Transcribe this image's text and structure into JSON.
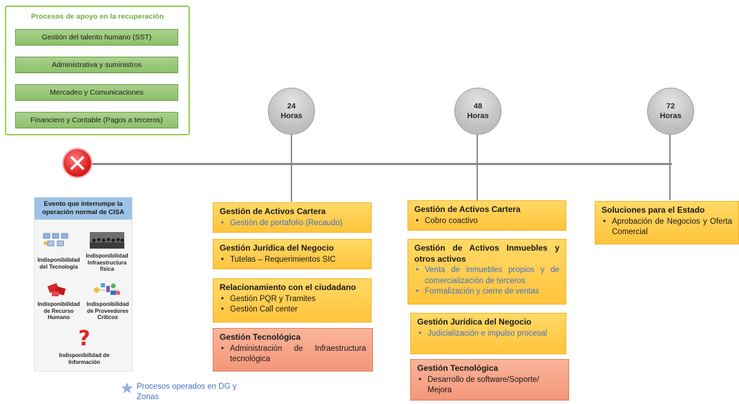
{
  "support": {
    "title": "Procesos de apoyo en la recuperación",
    "items": [
      "Gestión del talento humano (SST)",
      "Administrativa y suministros",
      "Mercadeo y Comunicaciones",
      "Financiero y Contable (Pagos a terceros)"
    ]
  },
  "timeline": {
    "milestones": [
      {
        "number": "24",
        "unit": "Horas"
      },
      {
        "number": "48",
        "unit": "Horas"
      },
      {
        "number": "72",
        "unit": "Horas"
      }
    ]
  },
  "event": {
    "title": "Evento que interrumpe la operación normal de CISA",
    "causes": [
      "Indisponibilidad del Tecnología",
      "Indisponibilidad Infraestructura física",
      "Indisponibilidad de Recurso Humano",
      "Indisponibilidad de Proveedores Críticos",
      "Indisponibilidad de Información"
    ]
  },
  "col24": [
    {
      "title": "Gestión de Activos Cartera",
      "items": [
        "Gestión de portafolio (Recaudo)"
      ]
    },
    {
      "title": "Gestión Jurídica del Negocio",
      "items": [
        "Tutelas – Requerimientos SIC"
      ]
    },
    {
      "title": "Relacionamiento con el ciudadano",
      "items": [
        "Gestión PQR y Tramites",
        "Gestión Call center"
      ]
    },
    {
      "title": "Gestión Tecnológica",
      "items": [
        "Administración de Infraestructura tecnológica"
      ]
    }
  ],
  "col48": [
    {
      "title": "Gestión de Activos Cartera",
      "items": [
        "Cobro coactivo"
      ]
    },
    {
      "title": "Gestión de Activos Inmuebles y otros activos",
      "items": [
        "Venta de inmuebles propios y de comercialización de terceros",
        "Formalización y cierre de ventas"
      ]
    },
    {
      "title": "Gestión Jurídica del Negocio",
      "items": [
        "Judicialización e impulso procesal"
      ]
    },
    {
      "title": "Gestión Tecnológica",
      "items": [
        "Desarrollo de software/Soporte/ Mejora"
      ]
    }
  ],
  "col72": [
    {
      "title": "Soluciones para el Estado",
      "items": [
        "Aprobación de Negocios y Oferta Comercial"
      ]
    }
  ],
  "legend": {
    "text": "Procesos operados en DG y Zonas"
  },
  "colors": {
    "support_border": "#92d050",
    "support_item": "#a9d18e",
    "box_yellow": "#ffd966",
    "box_orange": "#f4977a",
    "blue_text": "#4472c4",
    "event_header": "#9dc3e6",
    "timeline": "#8a8a8a"
  },
  "icons": [
    "close-icon",
    "technology-icon",
    "infrastructure-icon",
    "human-resource-icon",
    "suppliers-icon",
    "question-icon",
    "star-icon"
  ]
}
